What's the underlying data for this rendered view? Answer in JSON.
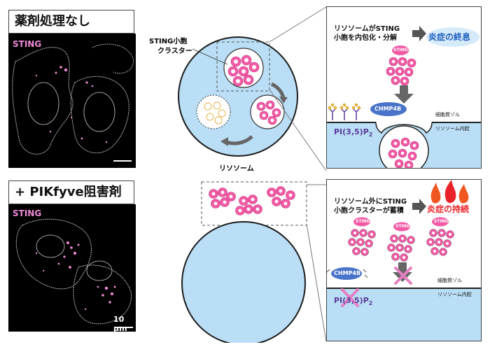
{
  "top": {
    "title": "薬剤処理なし",
    "channel": "STING",
    "cluster_label_1": "STING小胞",
    "cluster_label_2": "クラスター",
    "lysosome_label": "リソソーム",
    "box_text_1": "リソソームがSTING",
    "box_text_2": "小胞を内包化・分解",
    "outcome": "炎症の終息",
    "chmp4b": "CHMP4B",
    "sting_tag": "STING",
    "cytosol": "細胞質ゾル",
    "lumen": "リソソーム内腔",
    "pip_main": "PI(3,5)P",
    "pip_sub": "2"
  },
  "bottom": {
    "title": "+ PIKfyve阻害剤",
    "channel": "STING",
    "scale": "10 μm",
    "box_text_1": "リソソーム外にSTING",
    "box_text_2": "小胞クラスターが蓄積",
    "outcome": "炎症の持続",
    "chmp4b": "CHMP4B",
    "sting_tag": "STING",
    "cytosol": "細胞質ゾル",
    "lumen": "リソソーム内腔",
    "pip_main": "PI(3,5)P",
    "pip_sub": "2"
  },
  "colors": {
    "lysosome_blue": "#b9def5",
    "vesicle_pink": "#f25aa5",
    "chmp4b_blue": "#4a74c9",
    "outcome_blue": "#1f5fbf",
    "outcome_red": "#e8242a",
    "cross_pink": "#e57fc0",
    "pip_purple": "#5a3b9a"
  }
}
